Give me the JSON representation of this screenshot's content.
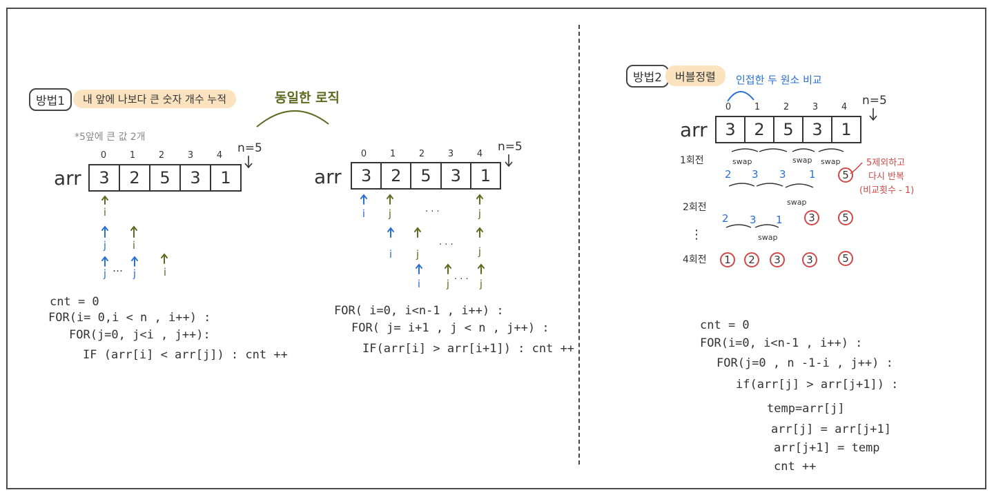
{
  "method1": {
    "tag": "방법1",
    "desc": "내 앞에 나보다 큰 숫자 개수 누적",
    "note": "*5앞에 큰 값 2개",
    "same_logic": "동일한 로직",
    "arr_label": "arr",
    "indices": [
      "0",
      "1",
      "2",
      "3",
      "4"
    ],
    "values": [
      "3",
      "2",
      "5",
      "3",
      "1"
    ],
    "n_label": "n=5",
    "ptr_i": "i",
    "ptr_j": "j",
    "ellipsis": "…",
    "code": [
      "cnt = 0",
      "FOR(i= 0,i < n , i++) :",
      "FOR(j=0, j<i , j++):",
      "IF (arr[i] < arr[j]) :   cnt ++"
    ]
  },
  "method1b": {
    "arr_label": "arr",
    "indices": [
      "0",
      "1",
      "2",
      "3",
      "4"
    ],
    "values": [
      "3",
      "2",
      "5",
      "3",
      "1"
    ],
    "n_label": "n=5",
    "dots": "· · ·",
    "code": [
      "FOR( i=0, i<n-1 , i++) :",
      "FOR( j= i+1 , j < n , j++) :",
      "IF(arr[i] > arr[i+1]) :  cnt ++"
    ]
  },
  "method2": {
    "tag": "방법2",
    "title": "버블정렬",
    "compare_note": "인접한 두 원소 비교",
    "arr_label": "arr",
    "indices": [
      "0",
      "1",
      "2",
      "3",
      "4"
    ],
    "values": [
      "3",
      "2",
      "5",
      "3",
      "1"
    ],
    "n_label": "n=5",
    "round1": "1회전",
    "round2": "2회전",
    "round4": "4회전",
    "vdots": "⋮",
    "swap": "swap",
    "r1_values": [
      "2",
      "3",
      "3",
      "1"
    ],
    "r1_fixed": "5",
    "r2_values": [
      "2",
      "3",
      "1"
    ],
    "r2_fixed": [
      "3",
      "5"
    ],
    "r4_values": [
      "1",
      "2",
      "3",
      "3",
      "5"
    ],
    "red_note": [
      "5제외하고",
      "다시 반복",
      "(비교횟수 - 1)"
    ],
    "code": [
      "cnt = 0",
      "FOR(i=0, i<n-1 , i++) :",
      "FOR(j=0 , n -1-i , j++) :",
      "if(arr[j] > arr[j+1]) :",
      "temp=arr[j]",
      "arr[j] = arr[j+1]",
      "arr[j+1] = temp",
      "cnt ++"
    ]
  },
  "colors": {
    "olive": "#5c6b1f",
    "blue": "#2a6fd6",
    "red": "#d04848",
    "highlight": "#fbe3c0"
  }
}
